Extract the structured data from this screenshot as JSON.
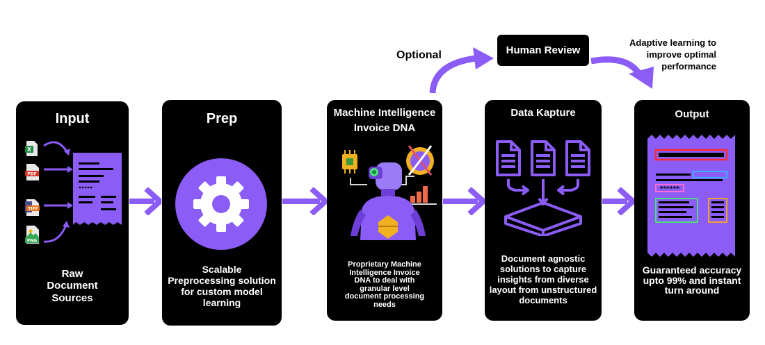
{
  "colors": {
    "accent": "#8b5cf6",
    "card_bg": "#000000",
    "text_light": "#ffffff"
  },
  "optional_label": "Optional",
  "human_review": {
    "label": "Human Review"
  },
  "adaptive_note": "Adaptive learning to improve optimal performance",
  "stages": [
    {
      "title": "Input",
      "description": "Raw Document Sources"
    },
    {
      "title": "Prep",
      "description": "Scalable Preprocessing solution for custom model learning"
    },
    {
      "title": "Machine Intelligence Invoice DNA",
      "description": "Proprietary Machine Intelligence Invoice DNA to deal with granular level document processing needs"
    },
    {
      "title": "Data Kapture",
      "description": "Document agnostic solutions to capture insights from diverse layout from unstructured documents"
    },
    {
      "title": "Output",
      "description": "Guaranteed accuracy upto 99% and instant turn around"
    }
  ],
  "file_types": [
    "X",
    "PDF",
    "TIFF",
    "PNG"
  ],
  "masked_value": "******",
  "icons": [
    "excel-file-icon",
    "pdf-file-icon",
    "tiff-file-icon",
    "png-file-icon",
    "document-icon",
    "gear-icon",
    "robot-icon",
    "chip-icon",
    "dna-icon",
    "bar-chart-icon",
    "stacked-documents-icon",
    "output-document-icon",
    "arrow-icon"
  ]
}
